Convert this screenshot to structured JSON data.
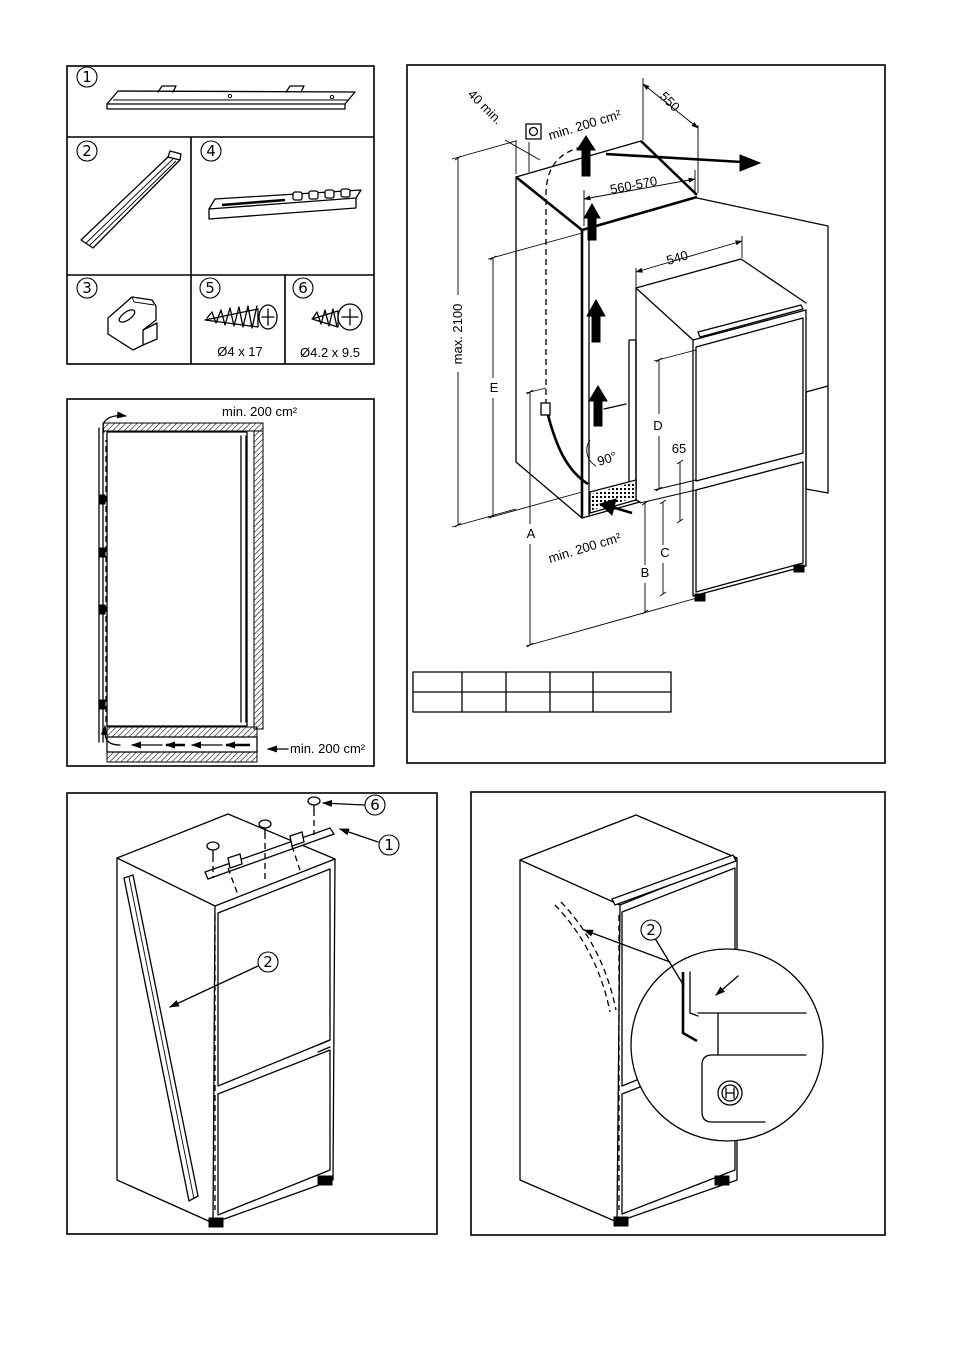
{
  "colors": {
    "line": "#000000",
    "background": "#ffffff"
  },
  "parts_panel": {
    "callouts": {
      "p1": "1",
      "p2": "2",
      "p3": "3",
      "p4": "4",
      "p5": "5",
      "p6": "6"
    },
    "screw_5_size": "Ø4 x 17",
    "screw_6_size": "Ø4.2 x 9.5"
  },
  "ventilation_panel": {
    "top_opening": "min. 200 cm²",
    "bottom_opening": "min. 200 cm²"
  },
  "dimensions_panel": {
    "clearance_top": "40 min.",
    "vent_top": "min. 200 cm²",
    "depth": "550",
    "niche_width": "560-570",
    "appliance_width": "540",
    "max_height": "max. 2100",
    "dim_e": "E",
    "dim_d": "D",
    "dim_65": "65",
    "angle": "90°",
    "dim_a": "A",
    "dim_c": "C",
    "dim_b": "B",
    "vent_bottom": "min. 200 cm²"
  },
  "rail_panel": {
    "callout_6": "6",
    "callout_1": "1",
    "callout_2": "2"
  },
  "seal_panel": {
    "callout_2": "2",
    "logo_icon": "brand-emblem-icon"
  }
}
